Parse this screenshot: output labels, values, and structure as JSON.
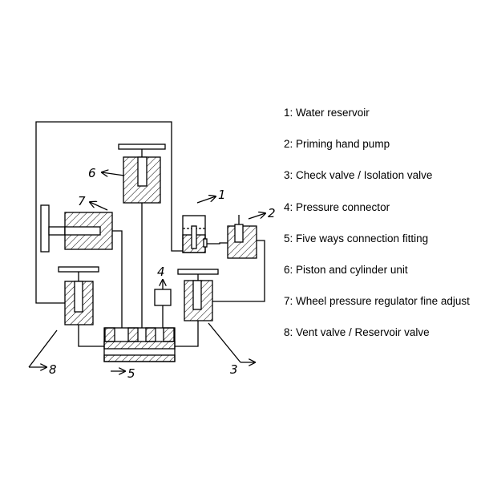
{
  "callouts": {
    "c1": "1",
    "c2": "2",
    "c3": "3",
    "c4": "4",
    "c5": "5",
    "c6": "6",
    "c7": "7",
    "c8": "8"
  },
  "legend": [
    {
      "label": "1: Water reservoir"
    },
    {
      "label": "2: Priming hand pump"
    },
    {
      "label": "3: Check valve / Isolation valve"
    },
    {
      "label": "4: Pressure connector"
    },
    {
      "label": "5: Five ways connection fitting"
    },
    {
      "label": "6: Piston and cylinder unit"
    },
    {
      "label": "7: Wheel pressure regulator fine adjust"
    },
    {
      "label": "8: Vent valve / Reservoir valve"
    }
  ]
}
